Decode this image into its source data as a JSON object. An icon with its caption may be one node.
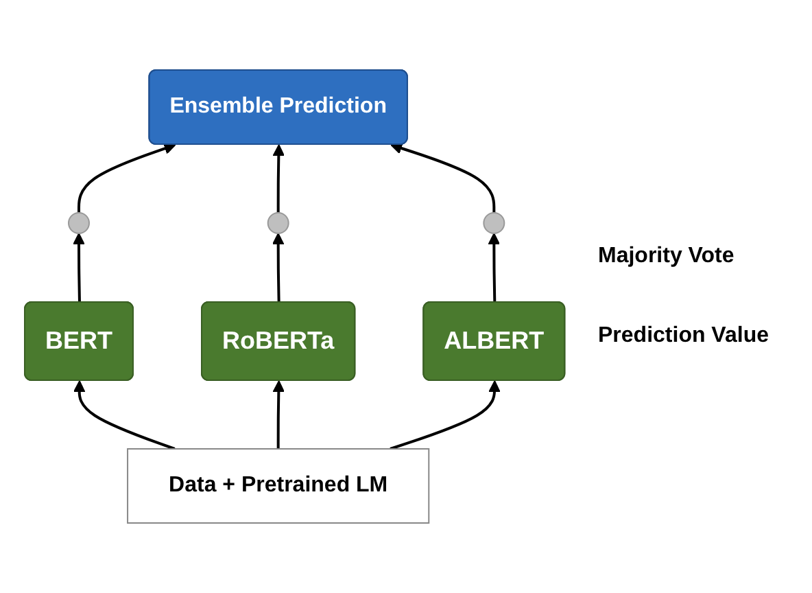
{
  "diagram": {
    "nodes": [
      {
        "text": [
          "Ensemble Prediction"
        ]
      },
      {
        "text": [],
        "shape": "circle"
      },
      {
        "text": [],
        "shape": "circle"
      },
      {
        "text": [],
        "shape": "circle"
      },
      {
        "text": [
          "BERT"
        ]
      },
      {
        "text": [
          "RoBERTa"
        ]
      },
      {
        "text": [
          "ALBERT"
        ]
      },
      {
        "text": [
          "Data + Pretrained LM"
        ]
      }
    ],
    "edges": [
      {
        "from": 1,
        "to": 0,
        "arrow": "to"
      },
      {
        "from": 2,
        "to": 0,
        "arrow": "to"
      },
      {
        "from": 3,
        "to": 0,
        "arrow": "to"
      },
      {
        "from": 4,
        "to": 1,
        "arrow": "to"
      },
      {
        "from": 5,
        "to": 2,
        "arrow": "to"
      },
      {
        "from": 6,
        "to": 3,
        "arrow": "to"
      },
      {
        "from": 7,
        "to": 4,
        "arrow": "to"
      },
      {
        "from": 7,
        "to": 5,
        "arrow": "to"
      },
      {
        "from": 7,
        "to": 6,
        "arrow": "to"
      }
    ],
    "labels": [
      "Majority Vote",
      "Prediction Value"
    ]
  }
}
